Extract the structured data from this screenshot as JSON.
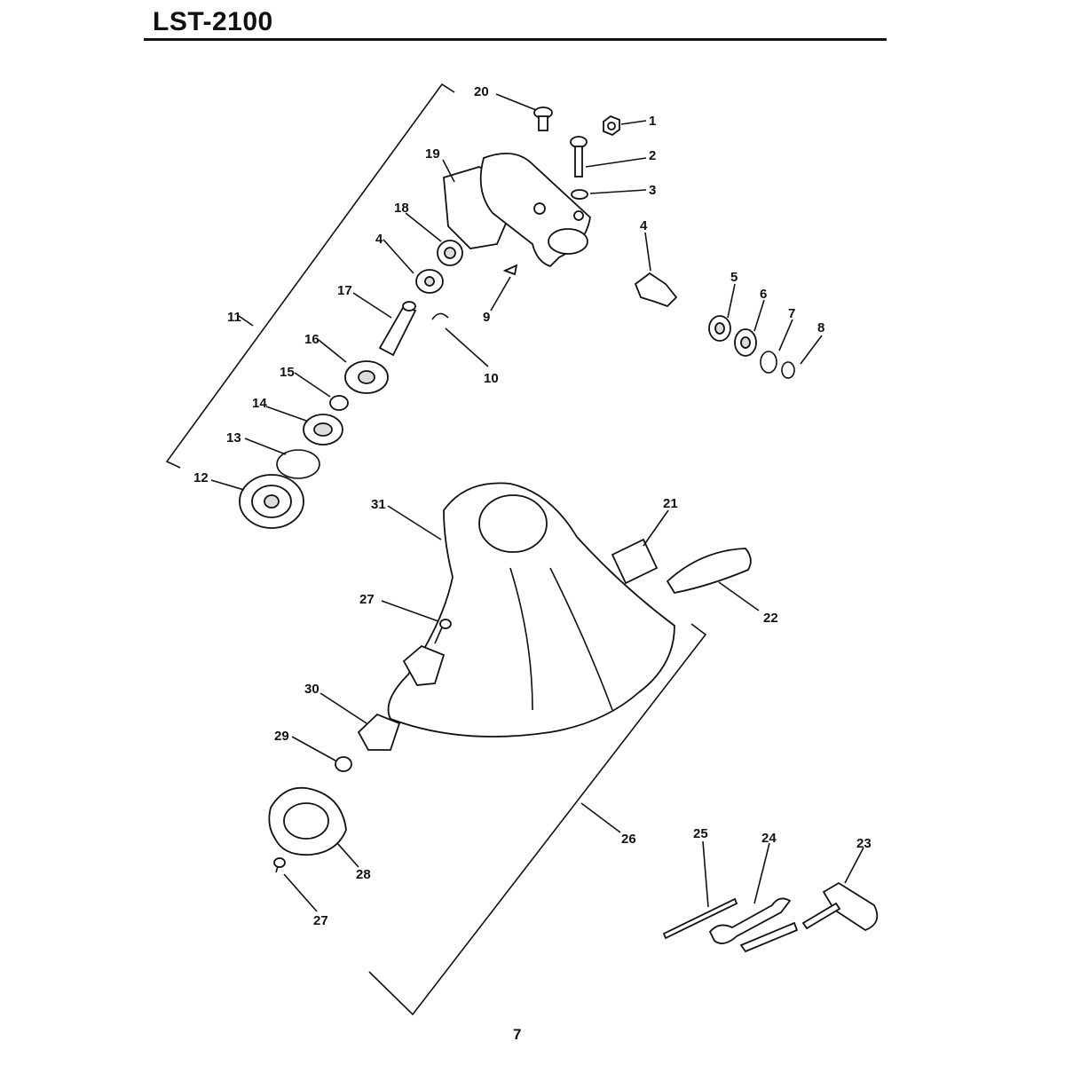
{
  "header": {
    "title": "LST-2100"
  },
  "footer": {
    "page_number": "7"
  },
  "callouts": {
    "c1": "1",
    "c2": "2",
    "c3": "3",
    "c4a": "4",
    "c4b": "4",
    "c5": "5",
    "c6": "6",
    "c7": "7",
    "c8": "8",
    "c9": "9",
    "c10": "10",
    "c11": "11",
    "c12": "12",
    "c13": "13",
    "c14": "14",
    "c15": "15",
    "c16": "16",
    "c17": "17",
    "c18": "18",
    "c19": "19",
    "c20": "20",
    "c21": "21",
    "c22": "22",
    "c23": "23",
    "c24": "24",
    "c25": "25",
    "c26": "26",
    "c27a": "27",
    "c27b": "27",
    "c28": "28",
    "c29": "29",
    "c30": "30",
    "c31": "31"
  }
}
